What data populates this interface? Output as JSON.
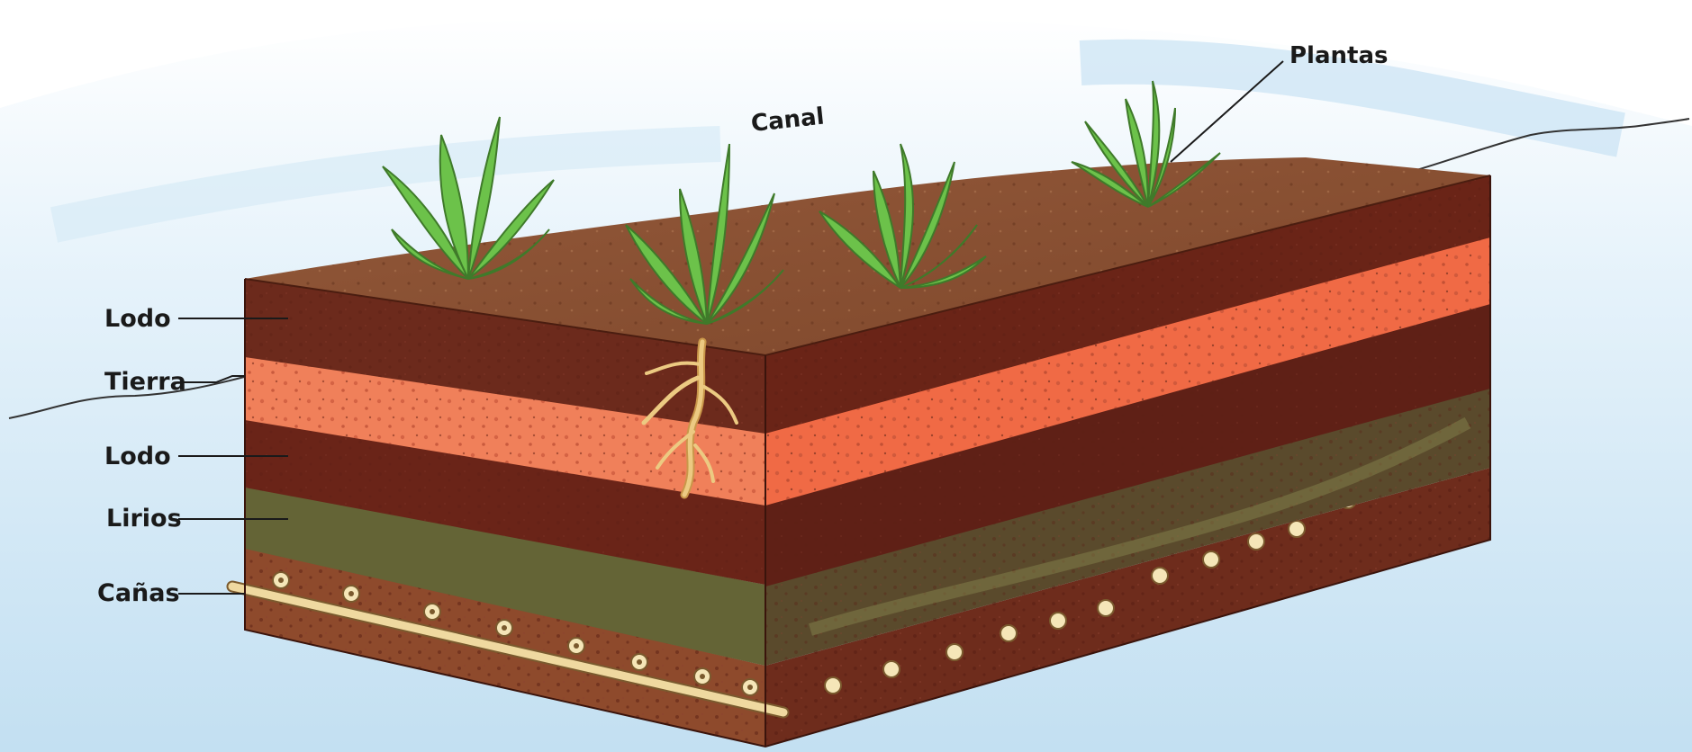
{
  "labels": {
    "canal": "Canal",
    "plantas": "Plantas",
    "lodo_top": "Lodo",
    "tierra": "Tierra",
    "lodo_mid": "Lodo",
    "lirios": "Lirios",
    "canas": "Cañas"
  },
  "colors": {
    "water": "#cfe6f4",
    "surface": "#8a5232",
    "lodo": "#6e2a1c",
    "tierra": "#f07a55",
    "lirios": "#6d6a3c",
    "canas_layer": "#7a3a24",
    "base": "#9a5a36",
    "plant": "#6cc24a",
    "root": "#e8c27a",
    "reed": "#efd9a0"
  }
}
